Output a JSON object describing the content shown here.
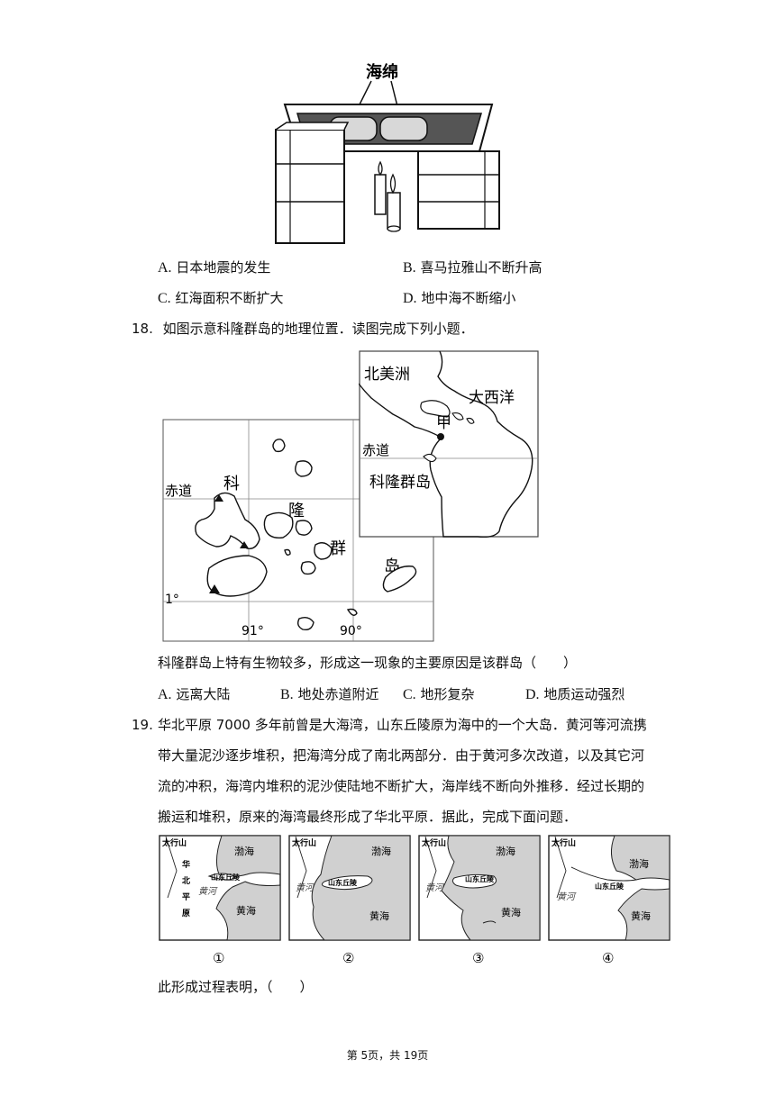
{
  "q17": {
    "figure_label": "海绵",
    "options": [
      {
        "letter": "A.",
        "text": "日本地震的发生"
      },
      {
        "letter": "B.",
        "text": "喜马拉雅山不断升高"
      },
      {
        "letter": "C.",
        "text": "红海面积不断扩大"
      },
      {
        "letter": "D.",
        "text": "地中海不断缩小"
      }
    ]
  },
  "q18": {
    "number": "18.",
    "stem": "如图示意科隆群岛的地理位置．读图完成下列小题．",
    "map_main": {
      "equator": "赤道",
      "chars": [
        "科",
        "隆",
        "群",
        "岛"
      ],
      "lat_1": "1°",
      "lon_91": "91°",
      "lon_90": "90°"
    },
    "map_inset": {
      "north_america": "北美洲",
      "atlantic": "大西洋",
      "point": "甲",
      "equator": "赤道",
      "islands": "科隆群岛"
    },
    "question": "科隆群岛上特有生物较多，形成这一现象的主要原因是该群岛（　　）",
    "options": [
      {
        "letter": "A.",
        "text": "远离大陆"
      },
      {
        "letter": "B.",
        "text": "地处赤道附近"
      },
      {
        "letter": "C.",
        "text": "地形复杂"
      },
      {
        "letter": "D.",
        "text": "地质运动强烈"
      }
    ]
  },
  "q19": {
    "number": "19.",
    "lines": [
      "华北平原 7000 多年前曾是大海湾，山东丘陵原为海中的一个大岛．黄河等河流携",
      "带大量泥沙逐步堆积，把海湾分成了南北两部分．由于黄河多次改道，以及其它河",
      "流的冲积，海湾内堆积的泥沙使陆地不断扩大，海岸线不断向外推移．经过长期的",
      "搬运和堆积，原来的海湾最终形成了华北平原．据此，完成下面问题．"
    ],
    "maps": [
      {
        "taihang": "太行山",
        "sea1": "渤海",
        "sea2": "黄海",
        "hill": "山东丘陵",
        "river": "黄河",
        "plain": [
          "华",
          "北",
          "平",
          "原"
        ],
        "label": "①"
      },
      {
        "taihang": "太行山",
        "sea1": "渤海",
        "sea2": "黄海",
        "hill": "山东丘陵",
        "river": "黄河",
        "label": "②"
      },
      {
        "taihang": "太行山",
        "sea1": "渤海",
        "sea2": "黄海",
        "hill": "山东丘陵",
        "river": "黄河",
        "label": "③"
      },
      {
        "taihang": "太行山",
        "sea1": "渤海",
        "sea2": "黄海",
        "hill": "山东丘陵",
        "river": "黄河",
        "label": "④"
      }
    ],
    "question": "此形成过程表明，（　　）"
  },
  "footer": "第 5页，共 19页"
}
